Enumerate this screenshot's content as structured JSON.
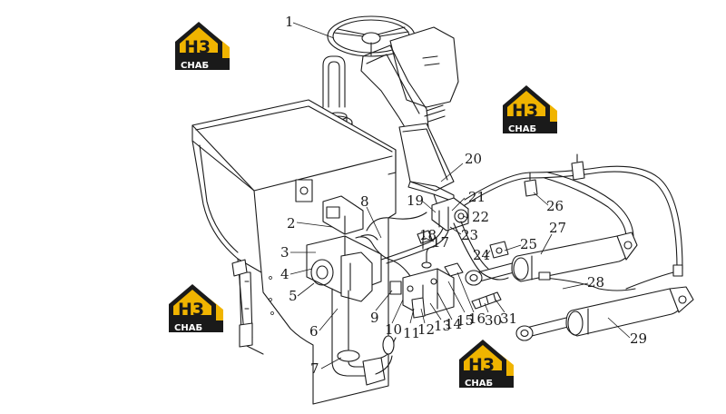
{
  "logo": {
    "letters": "H3",
    "caption": "CHAБ",
    "colors": {
      "accent": "#f0b400",
      "dark": "#1a1a1a",
      "light": "#ffffff"
    }
  },
  "logos": [
    {
      "id": "logo-top-left"
    },
    {
      "id": "logo-top-right"
    },
    {
      "id": "logo-mid-left"
    },
    {
      "id": "logo-bottom"
    }
  ],
  "callouts": [
    "1",
    "2",
    "3",
    "4",
    "5",
    "6",
    "7",
    "8",
    "9",
    "10",
    "11",
    "12",
    "13",
    "14",
    "15",
    "16",
    "17",
    "18",
    "19",
    "20",
    "21",
    "22",
    "23",
    "24",
    "25",
    "26",
    "27",
    "28",
    "29",
    "30",
    "31"
  ],
  "colors": {
    "line": "#1a1a1a",
    "background": "#ffffff"
  }
}
